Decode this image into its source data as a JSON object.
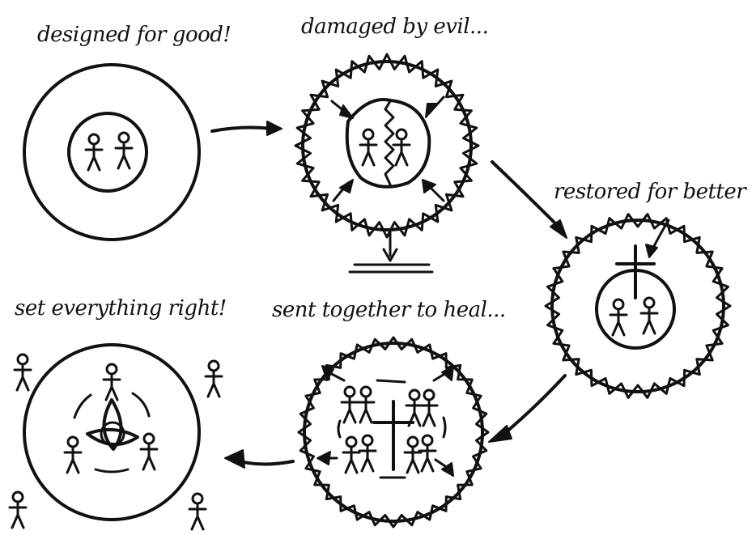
{
  "captions": {
    "designed": "designed for good!",
    "damaged": "damaged by evil...",
    "restored": "restored for better",
    "sent": "sent together to heal...",
    "set_right": "set everything right!"
  },
  "colors": {
    "ink": "#111111",
    "background": "#ffffff"
  }
}
